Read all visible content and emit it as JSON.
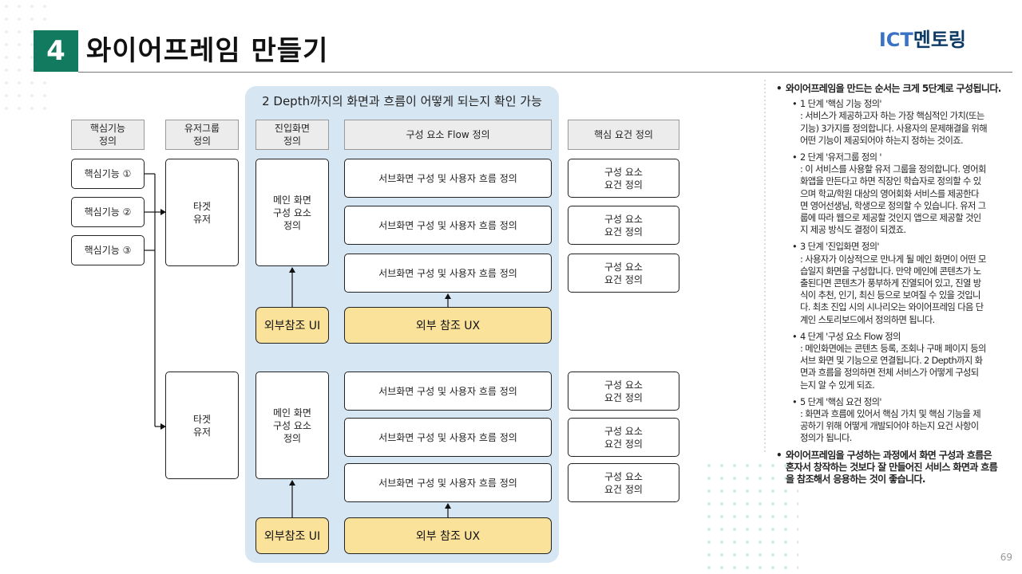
{
  "header": {
    "number": "4",
    "title": "와이어프레임 만들기",
    "logo_ict": "ICT",
    "logo_rest": "멘토링"
  },
  "panel_title": "2 Depth까지의 화면과 흐름이 어떻게 되는지 확인 가능",
  "columns": [
    "핵심기능\n정의",
    "유저그룹\n정의",
    "진입화면\n정의",
    "구성 요소 Flow 정의",
    "핵심 요건 정의"
  ],
  "features": [
    "핵심기능 ①",
    "핵심기능 ②",
    "핵심기능 ③"
  ],
  "target_user": "타겟\n유저",
  "entry_main": "메인 화면\n구성 요소\n정의",
  "flow_item": "서브화면 구성 및 사용자 흐름 정의",
  "req_item": "구성 요소\n요건 정의",
  "ext_ui": "외부참조 UI",
  "ext_ux": "외부 참조 UX",
  "right_panel": {
    "intro": "와이어프레임을 만드는 순서는 크게 5단계로 구성됩니다.",
    "steps": [
      {
        "title": "1 단계 '핵심 기능 정의'",
        "desc": ": 서비스가 제공하고자 하는 가장 핵심적인 가치(또는\n기능) 3가지를 정의합니다. 사용자의 문제해결을 위해\n어떤 기능이 제공되어야 하는지 정하는 것이죠."
      },
      {
        "title": "2 단계 '유저그룹 정의 '",
        "desc": ": 이 서비스를 사용할 유저 그룹을 정의합니다. 영어회\n화앱을 만든다고 하면 직장인 학습자로 정의할 수 있\n으며 학교/학원 대상의 영어회화 서비스를 제공한다\n면 영어선생님, 학생으로 정의할 수 있습니다. 유저 그\n룹에 따라 웹으로 제공할 것인지 앱으로 제공할 것인\n지 제공 방식도 결정이 되겠죠."
      },
      {
        "title": "3 단계 '진입화면 정의'",
        "desc": ": 사용자가 이상적으로 만나게 될 메인 화면이 어떤 모\n습일지 화면을 구성합니다. 만약 메인에 콘텐츠가 노\n출된다면 콘텐츠가 풍부하게 진열되어 있고, 진열 방\n식이 추천, 인기, 최신 등으로 보여질 수 있을 것입니\n다. 최초 진입 시의 시나리오는 와이어프레임 다음 단\n계인 스토리보드에서 정의하면 됩니다."
      },
      {
        "title": "4 단계 '구성 요소 Flow 정의",
        "desc": ": 메인화면에는 콘텐츠 등록, 조회나 구매 페이지 등의\n서브 화면 및 기능으로 연결됩니다. 2 Depth까지 화\n면과 흐름을 정의하면 전체 서비스가 어떻게 구성되\n는지 알 수 있게 되죠."
      },
      {
        "title": "5 단계 '핵심 요건 정의'",
        "desc": ": 화면과 흐름에 있어서 핵심 가치 및 핵심 기능을 제\n공하기 위해 어떻게 개발되어야 하는지 요건 사항이\n정의가 됩니다."
      }
    ],
    "closing": "와이어프레임을 구성하는 과정에서 화면 구성과 흐름은\n혼자서 창작하는 것보다 잘 만들어진 서비스 화면과 흐름\n을 참조해서 응용하는 것이 좋습니다."
  },
  "page_number": "69",
  "colors": {
    "accent": "#127a5f",
    "panel": "#d6e6f3",
    "yellow": "#fbe29b",
    "header_bg": "#ececec"
  }
}
